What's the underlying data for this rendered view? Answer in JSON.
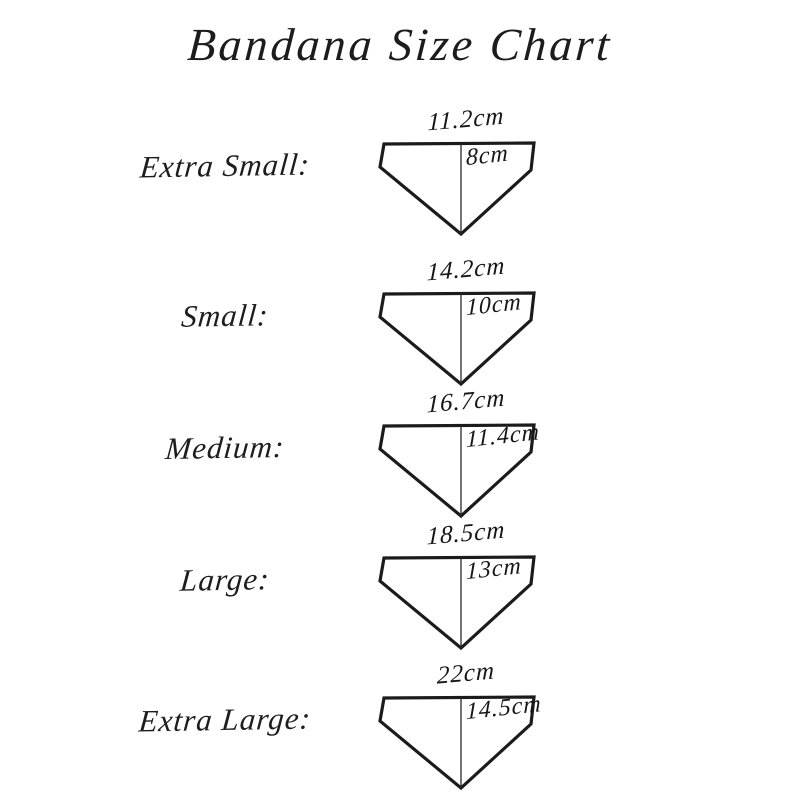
{
  "title": "Bandana Size Chart",
  "unit": "cm",
  "colors": {
    "ink": "#1d1d1d",
    "background": "#ffffff"
  },
  "rows": [
    {
      "label": "Extra Small:",
      "width": "11.2cm",
      "height": "8cm"
    },
    {
      "label": "Small:",
      "width": "14.2cm",
      "height": "10cm"
    },
    {
      "label": "Medium:",
      "width": "16.7cm",
      "height": "11.4cm"
    },
    {
      "label": "Large:",
      "width": "18.5cm",
      "height": "13cm"
    },
    {
      "label": "Extra Large:",
      "width": "22cm",
      "height": "14.5cm"
    }
  ]
}
